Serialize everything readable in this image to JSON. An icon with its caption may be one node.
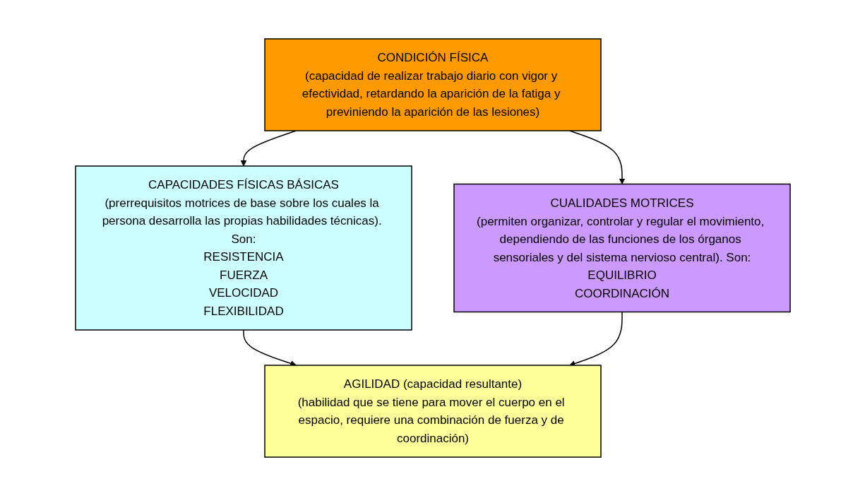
{
  "diagram": {
    "nodes": [
      {
        "text": [
          "CONDICIÓN FÍSICA",
          "(capacidad de realizar trabajo diario con vigor y efectividad, retardando la aparición de la fatiga y previniendo la aparición de las lesiones)"
        ]
      },
      {
        "text": [
          "CAPACIDADES FÍSICAS BÁSICAS",
          "(prerrequisitos motrices de base sobre los cuales la persona desarrolla las propias habilidades técnicas). Son:",
          "RESISTENCIA",
          "FUERZA",
          "VELOCIDAD",
          "FLEXIBILIDAD"
        ]
      },
      {
        "text": [
          "CUALIDADES MOTRICES",
          "(permiten organizar, controlar y regular el movimiento, dependiendo de las funciones de los órganos sensoriales y del sistema nervioso central). Son:",
          "EQUILIBRIO",
          "COORDINACIÓN"
        ]
      },
      {
        "text": [
          "AGILIDAD (capacidad resultante)",
          "(habilidad que se tiene para mover el cuerpo en el espacio, requiere una combinación de fuerza y de coordinación)"
        ]
      }
    ],
    "edges": [
      {
        "from": 0,
        "to": 1,
        "arrow": "to"
      },
      {
        "from": 0,
        "to": 2,
        "arrow": "to"
      },
      {
        "from": 1,
        "to": 3,
        "arrow": "to"
      },
      {
        "from": 2,
        "to": 3,
        "arrow": "to"
      }
    ]
  }
}
